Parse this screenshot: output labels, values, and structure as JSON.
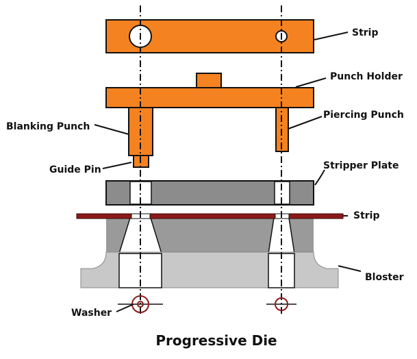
{
  "title": "Progressive Die",
  "labels": {
    "strip_top": "Strip",
    "punch_holder": "Punch Holder",
    "blanking_punch": "Blanking Punch",
    "piercing_punch": "Piercing Punch",
    "guide_pin": "Guide Pin",
    "stripper_plate": "Stripper Plate",
    "strip_mid": "Strip",
    "bloster": "Bloster",
    "washer": "Washer"
  },
  "colors": {
    "orange": "#f58220",
    "dark_gray": "#8c8c8c",
    "mid_gray": "#9a9a9a",
    "light_gray": "#c8c8c8",
    "strip_brown": "#8b1a1a",
    "washer_ring": "#8b1a1a",
    "outline": "#111111"
  }
}
